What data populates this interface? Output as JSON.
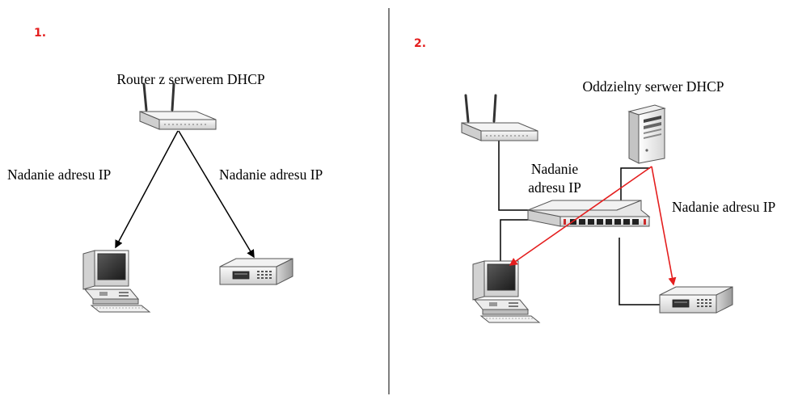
{
  "colors": {
    "accent_red": "#e41e1e",
    "line_black": "#000000",
    "divider": "#555555"
  },
  "panel1": {
    "number": "1.",
    "router_label": "Router z serwerem DHCP",
    "left_arrow_label": "Nadanie adresu IP",
    "right_arrow_label": "Nadanie adresu IP",
    "icons": [
      "router-icon",
      "desktop-computer-icon",
      "dvr-recorder-icon"
    ]
  },
  "panel2": {
    "number": "2.",
    "server_label": "Oddzielny serwer DHCP",
    "middle_label_line1": "Nadanie",
    "middle_label_line2": "adresu IP",
    "right_label": "Nadanie adresu IP",
    "icons": [
      "router-icon",
      "server-tower-icon",
      "network-switch-icon",
      "desktop-computer-icon",
      "dvr-recorder-icon"
    ]
  }
}
